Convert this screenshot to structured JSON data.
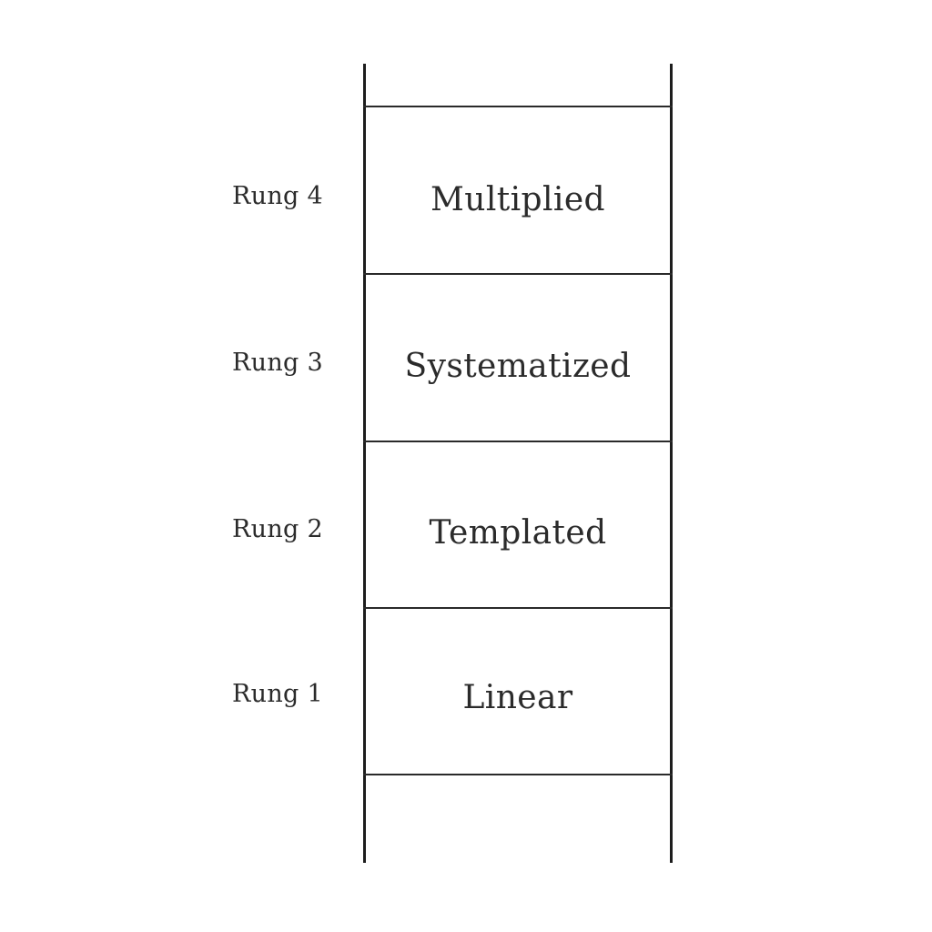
{
  "diagram": {
    "type": "ladder",
    "title": "",
    "background_color": "#ffffff",
    "line_color": "#1d1d1d",
    "text_color": "#2b2b2b",
    "rungs": [
      {
        "label": "Rung 4",
        "text": "Multiplied",
        "level": 4
      },
      {
        "label": "Rung 3",
        "text": "Systematized",
        "level": 3
      },
      {
        "label": "Rung 2",
        "text": "Templated",
        "level": 2
      },
      {
        "label": "Rung 1",
        "text": "Linear",
        "level": 1
      }
    ]
  }
}
